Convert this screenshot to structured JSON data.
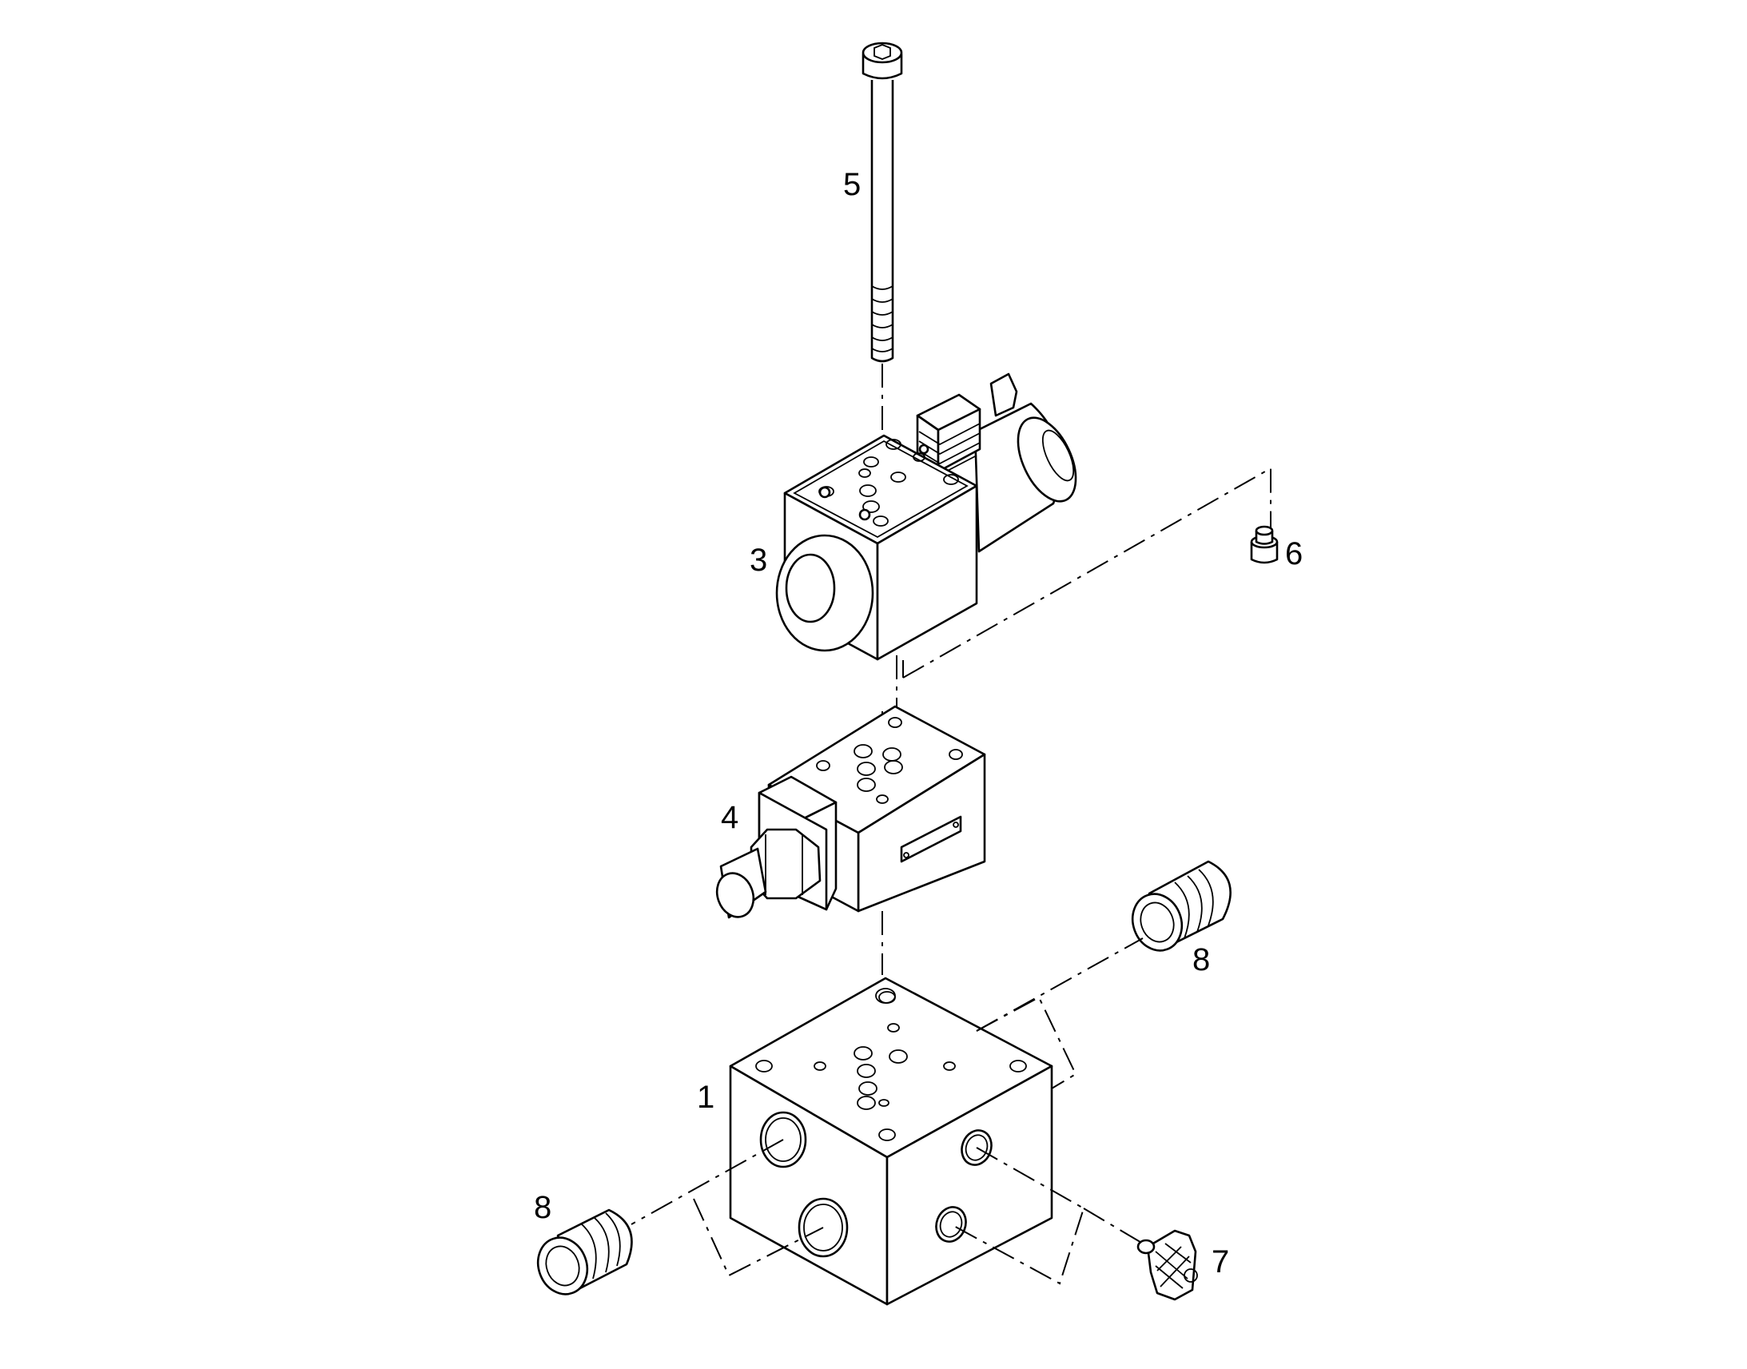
{
  "callouts": {
    "part_1": "1",
    "part_3": "3",
    "part_4": "4",
    "part_5": "5",
    "part_6": "6",
    "part_7": "7",
    "part_8_upper": "8",
    "part_8_lower": "8"
  },
  "colors": {
    "line": "#000000",
    "background": "#ffffff"
  },
  "parts": [
    {
      "callout": "1",
      "icon": "manifold-block-icon"
    },
    {
      "callout": "3",
      "icon": "solenoid-valve-icon"
    },
    {
      "callout": "4",
      "icon": "sandwich-valve-icon"
    },
    {
      "callout": "5",
      "icon": "socket-head-bolt-icon"
    },
    {
      "callout": "6",
      "icon": "plug-icon"
    },
    {
      "callout": "7",
      "icon": "fitting-icon"
    },
    {
      "callout": "8",
      "icon": "threaded-connector-icon"
    }
  ]
}
